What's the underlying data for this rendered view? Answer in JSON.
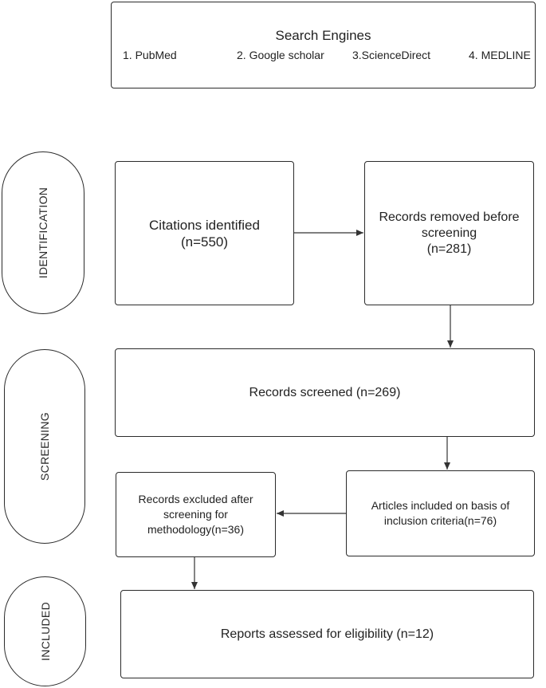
{
  "search_engines": {
    "title": "Search Engines",
    "items": [
      "1. PubMed",
      "2. Google scholar",
      "3.ScienceDirect",
      "4. MEDLINE"
    ]
  },
  "phases": {
    "identification": "IDENTIFICATION",
    "screening": "SCREENING",
    "included": "INCLUDED"
  },
  "boxes": {
    "citations": {
      "line1": "Citations identified",
      "line2": "(n=550)"
    },
    "removed": {
      "line1": "Records removed before",
      "line2": "screening",
      "line3": "(n=281)"
    },
    "screened": {
      "line1": "Records screened (n=269)"
    },
    "articles_included": {
      "line1": "Articles included on basis of",
      "line2": "inclusion criteria(n=76)"
    },
    "excluded": {
      "line1": "Records excluded after",
      "line2": "screening for",
      "line3": "methodology(n=36)"
    },
    "reports": {
      "line1": "Reports assessed for eligibility (n=12)"
    }
  }
}
